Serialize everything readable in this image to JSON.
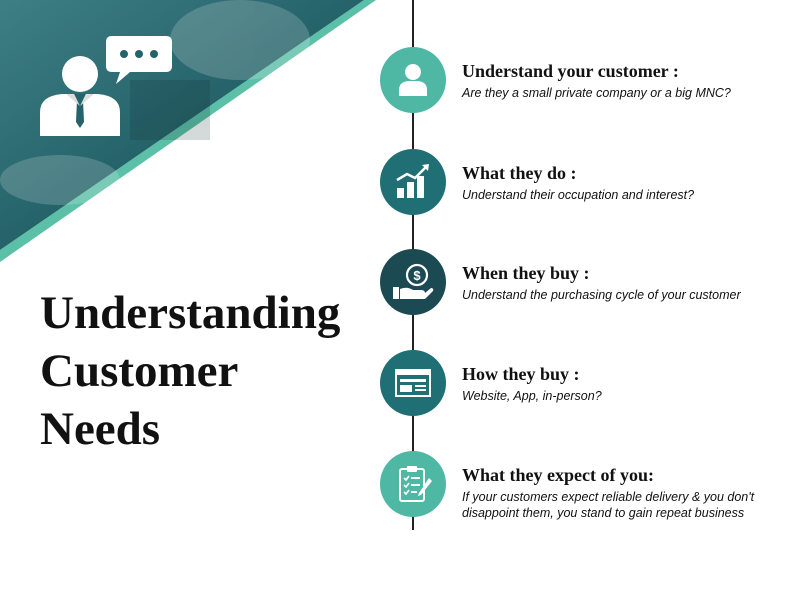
{
  "colors": {
    "accent_light": "#4fb8a4",
    "accent_dark": "#1f6f75",
    "accent_darkest": "#1b4a52",
    "photo_overlay": "#2a6a70",
    "stripe": "#5cc0a8",
    "text": "#111111"
  },
  "hero": {
    "icons": [
      "businessman-icon",
      "speech-bubble-icon"
    ]
  },
  "title": {
    "lines": [
      "Understanding",
      "Customer",
      "Needs"
    ]
  },
  "steps": [
    {
      "title": "Understand your customer :",
      "description": "Are they a small private company or a big MNC?",
      "icon": "user-icon",
      "color": "#4fb8a4"
    },
    {
      "title": "What they do :",
      "description": "Understand their occupation and interest?",
      "icon": "growth-chart-icon",
      "color": "#1f6f75"
    },
    {
      "title": "When they buy :",
      "description": "Understand the purchasing cycle of your customer",
      "icon": "money-hand-icon",
      "color": "#1b4a52"
    },
    {
      "title": "How they buy :",
      "description": "Website, App, in-person?",
      "icon": "browser-window-icon",
      "color": "#1f6f75"
    },
    {
      "title": "What they expect of you:",
      "description": "If your customers expect reliable delivery & you don't disappoint them, you stand to gain repeat business",
      "icon": "clipboard-checklist-icon",
      "color": "#4fb8a4"
    }
  ]
}
